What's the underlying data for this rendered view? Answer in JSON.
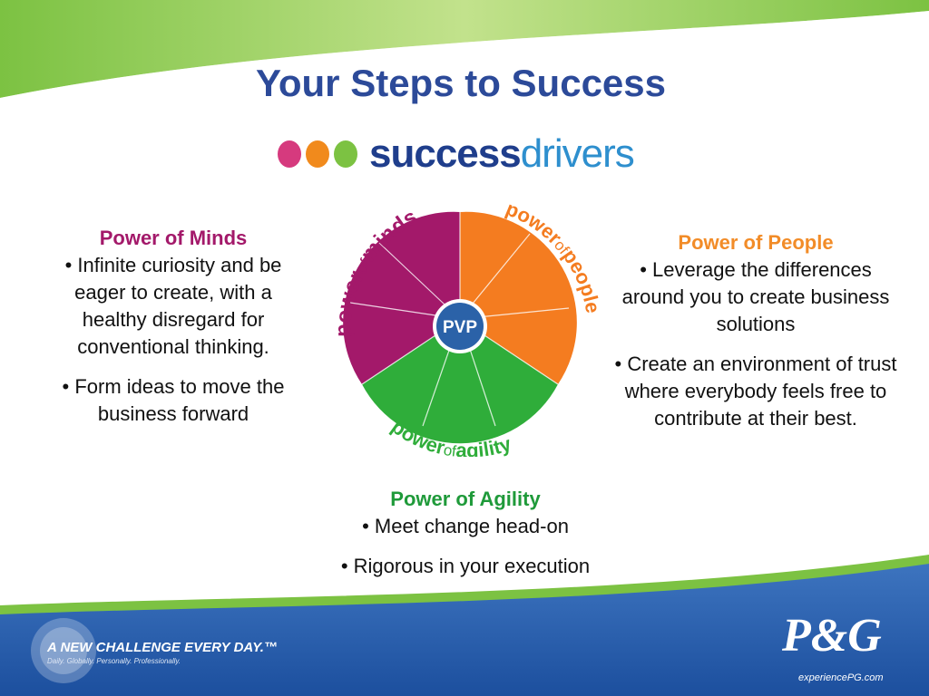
{
  "slide": {
    "title": "Your Steps to Success",
    "logo": {
      "word_bold": "success",
      "word_light": "drivers",
      "dot_colors": [
        "#d63a7e",
        "#f18a1c",
        "#7cc242"
      ]
    }
  },
  "minds": {
    "heading": "Power of Minds",
    "heading_color": "#a3196a",
    "bullet1": "• Infinite curiosity and be eager to create, with a healthy disregard for conventional thinking.",
    "bullet2": "• Form ideas to move the business forward"
  },
  "people": {
    "heading": "Power of People",
    "heading_color": "#f28c28",
    "bullet1": "• Leverage the differences around you to create business  solutions",
    "bullet2": "• Create an environment of trust where everybody feels free to contribute at their best."
  },
  "agility": {
    "heading": "Power of Agility",
    "heading_color": "#1f9a3a",
    "bullet1": "• Meet change head-on",
    "bullet2": "• Rigorous  in your execution"
  },
  "wheel": {
    "center_label": "PVP",
    "minds_label_bold": "power",
    "minds_label_light": "of",
    "minds_label_end": "minds",
    "people_label_bold": "power",
    "people_label_light": "of",
    "people_label_end": "people",
    "agility_label_bold": "power",
    "agility_label_light": "of",
    "agility_label_end": "agility",
    "colors": {
      "minds": "#a3196a",
      "people": "#f47c20",
      "agility": "#2fad3a",
      "center": "#2b62a8"
    }
  },
  "footer": {
    "tagline": "A NEW CHALLENGE EVERY DAY.™",
    "subtagline": "Daily. Globally. Personally. Professionally.",
    "brand": "P&G",
    "url": "experiencePG.com"
  }
}
